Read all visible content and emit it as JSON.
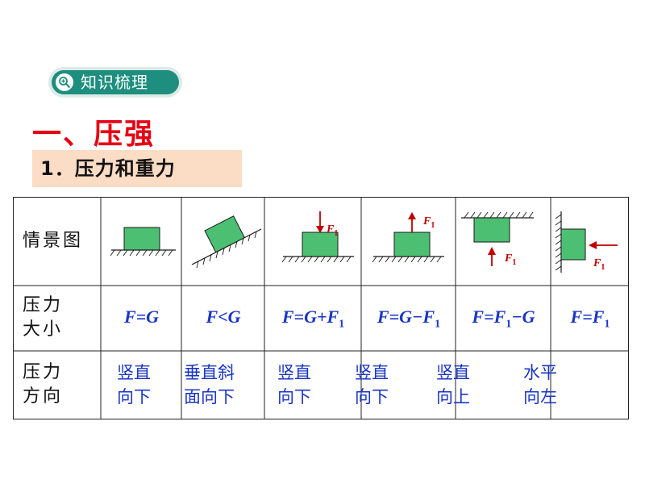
{
  "header": {
    "badge_label": "知识梳理",
    "badge_icon": "magnifier-plus-icon",
    "title": "一、压强",
    "subtitle": "1．压力和重力"
  },
  "table": {
    "row_labels": {
      "scene": "情景图",
      "magnitude": [
        "压力",
        "大小"
      ],
      "direction": [
        "压力",
        "方向"
      ]
    },
    "columns": [
      {
        "figure": "block-on-floor",
        "formula": {
          "lhs": "F",
          "op": "=",
          "rhs": "G",
          "sub": "",
          "tail": ""
        },
        "direction": [
          "竖直",
          "向下"
        ]
      },
      {
        "figure": "block-on-incline",
        "formula": {
          "lhs": "F",
          "op": "<",
          "rhs": "G",
          "sub": "",
          "tail": ""
        },
        "direction": [
          "垂直斜",
          "面向下"
        ]
      },
      {
        "figure": "block-pushed-down",
        "force_label": "F",
        "force_sub": "1",
        "formula": {
          "lhs": "F",
          "op": "=",
          "rhs": "G+F",
          "sub": "1",
          "tail": ""
        },
        "direction": [
          "竖直",
          "向下"
        ]
      },
      {
        "figure": "block-pulled-up",
        "force_label": "F",
        "force_sub": "1",
        "formula": {
          "lhs": "F",
          "op": "=",
          "rhs": "G−F",
          "sub": "1",
          "tail": ""
        },
        "direction": [
          "竖直",
          "向下"
        ]
      },
      {
        "figure": "block-pressed-to-ceiling",
        "force_label": "F",
        "force_sub": "1",
        "formula": {
          "lhs": "F",
          "op": "=",
          "rhs": "F",
          "sub": "1",
          "tail": "−G"
        },
        "direction": [
          "竖直",
          "向上"
        ]
      },
      {
        "figure": "block-pressed-to-wall",
        "force_label": "F",
        "force_sub": "1",
        "formula": {
          "lhs": "F",
          "op": "=",
          "rhs": "F",
          "sub": "1",
          "tail": ""
        },
        "direction": [
          "水平",
          "向左"
        ]
      }
    ]
  },
  "colors": {
    "block_fill": "#4cbf73",
    "block_stroke": "#1a1a1a",
    "force_arrow": "#c00000",
    "force_label": "#c00000",
    "formula_text": "#1a35c5",
    "title_red": "#e60012",
    "badge_teal": "#1e8e7e",
    "subtitle_bg": "#fbdcc4"
  }
}
